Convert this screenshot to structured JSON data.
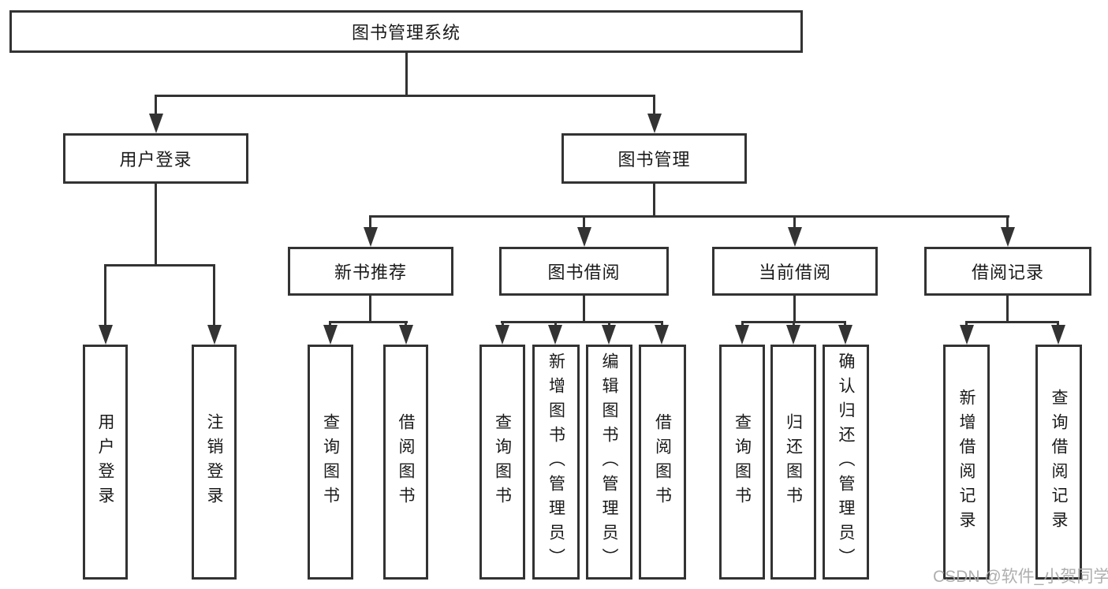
{
  "diagram_title": "图书管理系统",
  "colors": {
    "line": "#333333",
    "text": "#1a1a1a",
    "background": "#ffffff",
    "watermark": "#a8a8a8"
  },
  "tree": {
    "label": "图书管理系统",
    "children": [
      {
        "label": "用户登录",
        "children": [
          {
            "label": "用户登录"
          },
          {
            "label": "注销登录"
          }
        ]
      },
      {
        "label": "图书管理",
        "children": [
          {
            "label": "新书推荐",
            "children": [
              {
                "label": "查询图书"
              },
              {
                "label": "借阅图书"
              }
            ]
          },
          {
            "label": "图书借阅",
            "children": [
              {
                "label": "查询图书"
              },
              {
                "label": "新增图书（管理员）"
              },
              {
                "label": "编辑图书（管理员）"
              },
              {
                "label": "借阅图书"
              }
            ]
          },
          {
            "label": "当前借阅",
            "children": [
              {
                "label": "查询图书"
              },
              {
                "label": "归还图书"
              },
              {
                "label": "确认归还（管理员）"
              }
            ]
          },
          {
            "label": "借阅记录",
            "children": [
              {
                "label": "新增借阅记录"
              },
              {
                "label": "查询借阅记录"
              }
            ]
          }
        ]
      }
    ]
  },
  "watermark": {
    "text": "CSDN @软件_小贺同学"
  }
}
